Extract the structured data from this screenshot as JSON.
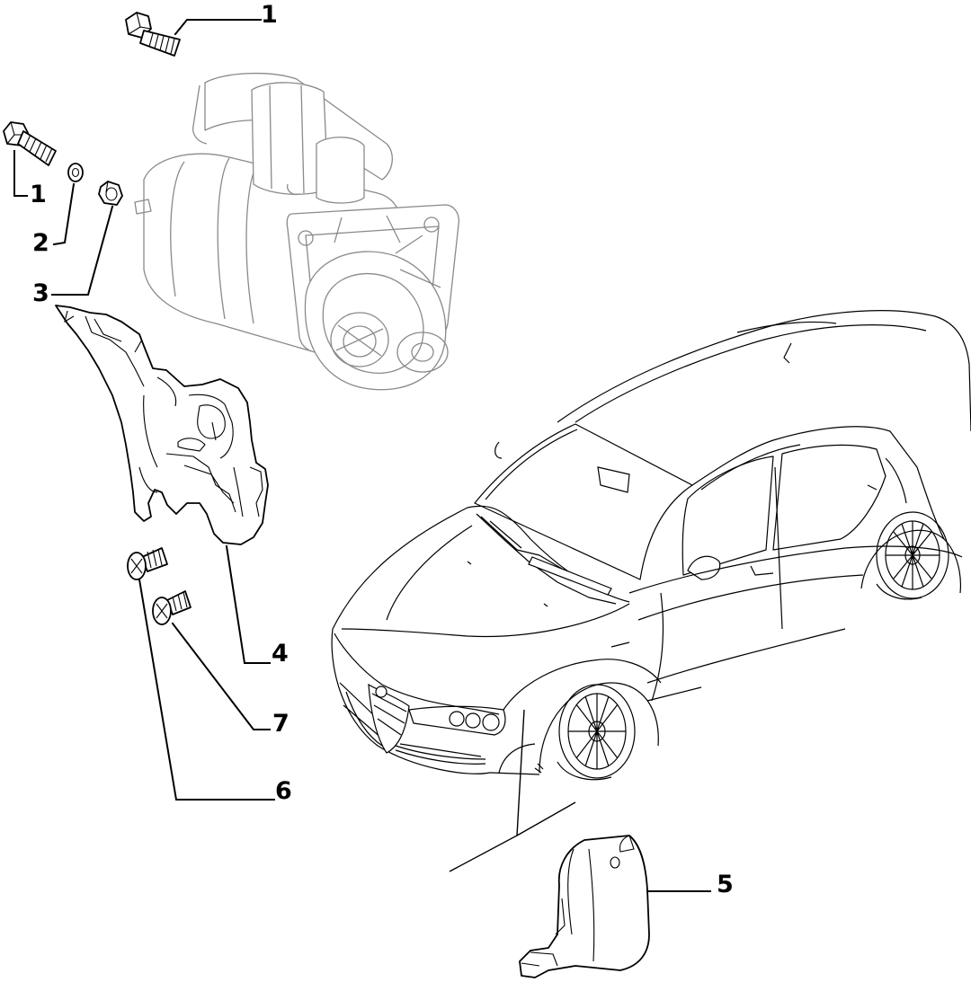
{
  "callouts": [
    {
      "id": "1a",
      "label": "1"
    },
    {
      "id": "1b",
      "label": "1"
    },
    {
      "id": "2",
      "label": "2"
    },
    {
      "id": "3",
      "label": "3"
    },
    {
      "id": "4",
      "label": "4"
    },
    {
      "id": "5",
      "label": "5"
    },
    {
      "id": "6",
      "label": "6"
    },
    {
      "id": "7",
      "label": "7"
    }
  ],
  "line_color": "#000000",
  "reference_color": "#8a8a8a"
}
